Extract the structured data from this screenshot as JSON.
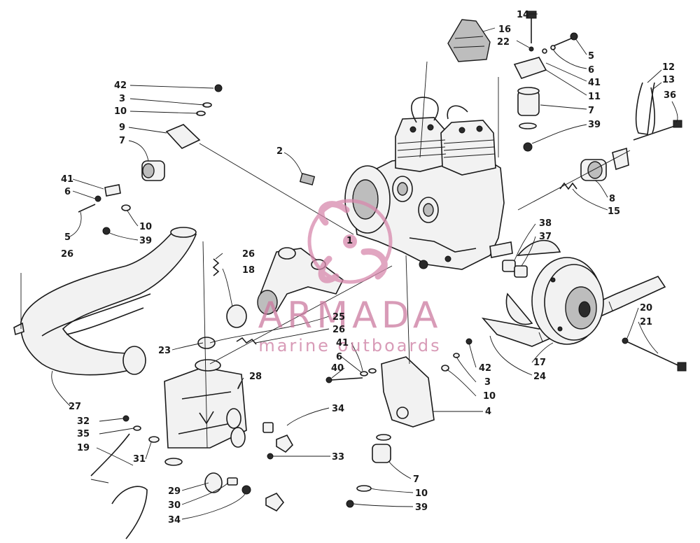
{
  "watermark": {
    "brand": "ARMADA",
    "tagline": "marine outboards",
    "color": "#d889ad"
  },
  "callouts": [
    {
      "id": "c14a",
      "text": "14"
    },
    {
      "id": "c16a",
      "text": "16"
    },
    {
      "id": "c22a",
      "text": "22"
    },
    {
      "id": "c5a",
      "text": "5"
    },
    {
      "id": "c6a",
      "text": "6"
    },
    {
      "id": "c41a",
      "text": "41"
    },
    {
      "id": "c11a",
      "text": "11"
    },
    {
      "id": "c7a",
      "text": "7"
    },
    {
      "id": "c39a",
      "text": "39"
    },
    {
      "id": "c12a",
      "text": "12"
    },
    {
      "id": "c13a",
      "text": "13"
    },
    {
      "id": "c36a",
      "text": "36"
    },
    {
      "id": "c8a",
      "text": "8"
    },
    {
      "id": "c15a",
      "text": "15"
    },
    {
      "id": "c42a",
      "text": "42"
    },
    {
      "id": "c3a",
      "text": "3"
    },
    {
      "id": "c10a",
      "text": "10"
    },
    {
      "id": "c9a",
      "text": "9"
    },
    {
      "id": "c7b",
      "text": "7"
    },
    {
      "id": "c41b",
      "text": "41"
    },
    {
      "id": "c6b",
      "text": "6"
    },
    {
      "id": "c5b",
      "text": "5"
    },
    {
      "id": "c10b",
      "text": "10"
    },
    {
      "id": "c39b",
      "text": "39"
    },
    {
      "id": "c2a",
      "text": "2"
    },
    {
      "id": "c1a",
      "text": "1"
    },
    {
      "id": "c26a",
      "text": "26"
    },
    {
      "id": "c26b",
      "text": "26"
    },
    {
      "id": "c18a",
      "text": "18"
    },
    {
      "id": "c38a",
      "text": "38"
    },
    {
      "id": "c37a",
      "text": "37"
    },
    {
      "id": "c25a",
      "text": "25"
    },
    {
      "id": "c26c",
      "text": "26"
    },
    {
      "id": "c23a",
      "text": "23"
    },
    {
      "id": "c20a",
      "text": "20"
    },
    {
      "id": "c21a",
      "text": "21"
    },
    {
      "id": "c41c",
      "text": "41"
    },
    {
      "id": "c6c",
      "text": "6"
    },
    {
      "id": "c40a",
      "text": "40"
    },
    {
      "id": "c42b",
      "text": "42"
    },
    {
      "id": "c3b",
      "text": "3"
    },
    {
      "id": "c10c",
      "text": "10"
    },
    {
      "id": "c17a",
      "text": "17"
    },
    {
      "id": "c24a",
      "text": "24"
    },
    {
      "id": "c4a",
      "text": "4"
    },
    {
      "id": "c27a",
      "text": "27"
    },
    {
      "id": "c28a",
      "text": "28"
    },
    {
      "id": "c32a",
      "text": "32"
    },
    {
      "id": "c35a",
      "text": "35"
    },
    {
      "id": "c19a",
      "text": "19"
    },
    {
      "id": "c31a",
      "text": "31"
    },
    {
      "id": "c34a",
      "text": "34"
    },
    {
      "id": "c33a",
      "text": "33"
    },
    {
      "id": "c7c",
      "text": "7"
    },
    {
      "id": "c29a",
      "text": "29"
    },
    {
      "id": "c30a",
      "text": "30"
    },
    {
      "id": "c34b",
      "text": "34"
    },
    {
      "id": "c10d",
      "text": "10"
    },
    {
      "id": "c39c",
      "text": "39"
    }
  ]
}
